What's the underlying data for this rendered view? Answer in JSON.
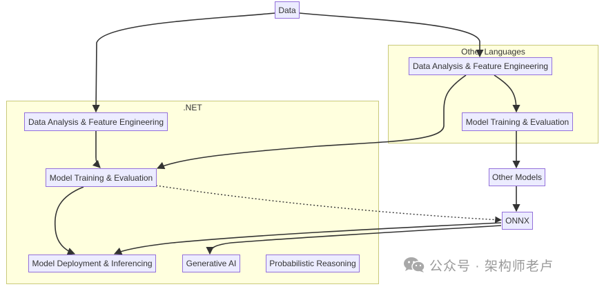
{
  "clusters": {
    "dotnet": {
      "title": ".NET"
    },
    "other": {
      "title": "Other Languages"
    }
  },
  "nodes": {
    "data": "Data",
    "other_analysis": "Data Analysis & Feature Engineering",
    "other_training": "Model Training & Evaluation",
    "other_models": "Other Models",
    "onnx": "ONNX",
    "net_analysis": "Data Analysis & Feature Engineering",
    "net_training": "Model Training & Evaluation",
    "net_deployment": "Model Deployment & Inferencing",
    "net_genai": "Generative AI",
    "net_probabilistic": "Probabilistic Reasoning"
  },
  "edges": [
    {
      "from": "data",
      "to": "net_analysis",
      "style": "solid"
    },
    {
      "from": "data",
      "to": "other_analysis",
      "style": "solid"
    },
    {
      "from": "other_analysis",
      "to": "other_training",
      "style": "solid"
    },
    {
      "from": "other_analysis",
      "to": "net_training",
      "style": "solid"
    },
    {
      "from": "other_training",
      "to": "other_models",
      "style": "solid"
    },
    {
      "from": "other_models",
      "to": "onnx",
      "style": "solid"
    },
    {
      "from": "net_analysis",
      "to": "net_training",
      "style": "solid"
    },
    {
      "from": "net_training",
      "to": "net_deployment",
      "style": "solid"
    },
    {
      "from": "net_training",
      "to": "onnx",
      "style": "dotted"
    },
    {
      "from": "onnx",
      "to": "net_deployment",
      "style": "solid"
    },
    {
      "from": "onnx",
      "to": "net_genai",
      "style": "solid"
    }
  ],
  "watermark": {
    "icon": "wechat-icon",
    "text": "公众号 · 架构师老卢"
  }
}
